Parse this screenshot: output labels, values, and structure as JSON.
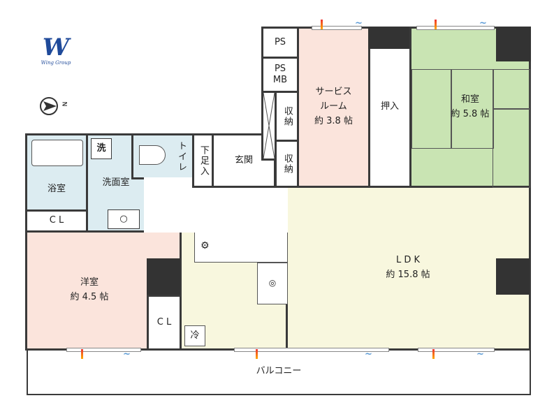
{
  "logo": {
    "brand": "Wing Group",
    "mark": "W"
  },
  "compass": {
    "label": "N"
  },
  "rooms": {
    "service_room": {
      "name": "サービス\nルーム",
      "size": "約 3.8 帖"
    },
    "ps": "PS",
    "ps_mb": "PS\nMB",
    "storage1": "収納",
    "storage2": "収納",
    "oshiire": "押入",
    "washitsu": {
      "name": "和室",
      "size": "約 5.8 帖"
    },
    "entrance": "玄関",
    "shoe": "下足入",
    "toilet": "トイレ",
    "bath": "浴室",
    "washroom": "洗面室",
    "washer": "洗",
    "cl1": "C L",
    "cl2": "C L",
    "yoshitsu": {
      "name": "洋室",
      "size": "約 4.5 帖"
    },
    "ldk": {
      "name": "L D K",
      "size": "約 15.8 帖"
    },
    "fridge": "冷",
    "balcony": "バルコニー"
  },
  "colors": {
    "wall": "#3a3a3a",
    "pink": "#fbe4dc",
    "green": "#c9e4b3",
    "yellow": "#f8f7de",
    "blue": "#dcecf1"
  }
}
